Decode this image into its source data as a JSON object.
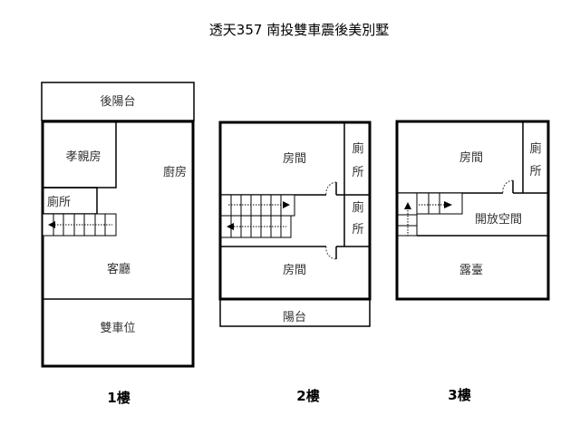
{
  "title": "透天357 南投雙車震後美別墅",
  "floor1": {
    "label": "1樓",
    "back_balcony": "後陽台",
    "elder_room": "孝親房",
    "kitchen": "廚房",
    "toilet": "廁所",
    "living_room": "客廳",
    "garage": "雙車位"
  },
  "floor2": {
    "label": "2樓",
    "room_top": "房間",
    "toilet_a": "廁",
    "toilet_b": "所",
    "toilet2_a": "廁",
    "toilet2_b": "所",
    "room_bottom": "房間",
    "balcony": "陽台"
  },
  "floor3": {
    "label": "3樓",
    "room": "房間",
    "toilet_a": "廁",
    "toilet_b": "所",
    "open_space": "開放空間",
    "terrace": "露臺"
  }
}
